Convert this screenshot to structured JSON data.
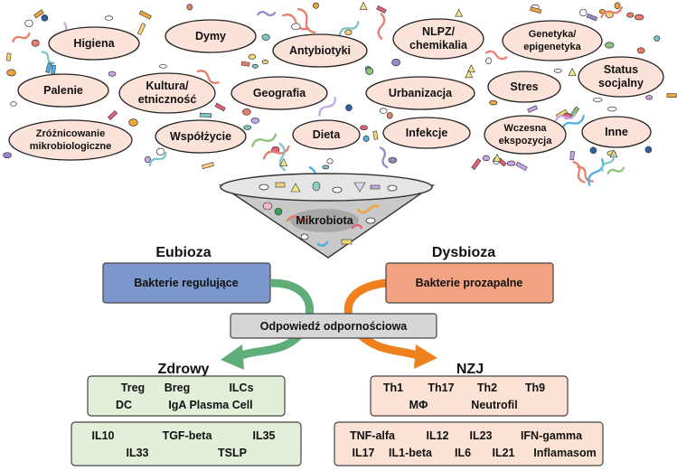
{
  "factors": [
    "Higiena",
    "Dymy",
    "Antybiotyki",
    "NLPZ/",
    "chemikalia",
    "Genetyka/",
    "epigenetyka",
    "Status",
    "socjalny",
    "Palenie",
    "Kultura/",
    "etniczność",
    "Geografia",
    "Urbanizacja",
    "Stres",
    "Zróżnicowanie",
    "mikrobiologiczne",
    "Współżycie",
    "Dieta",
    "Infekcje",
    "Wczesna",
    "ekspozycja",
    "Inne"
  ],
  "funnel": {
    "label": "Mikrobiota"
  },
  "left": {
    "title": "Eubioza",
    "box": "Bakterie regulujące",
    "color": "#7b97cc",
    "outcome": "Zdrowy",
    "arrow_color": "#5fae7a",
    "cells": [
      "Treg",
      "Breg",
      "ILCs",
      "DC",
      "IgA Plasma Cell"
    ],
    "cytokines": [
      "IL10",
      "TGF-beta",
      "IL35",
      "IL33",
      "TSLP"
    ],
    "panel_color": "#e2efd9"
  },
  "center": {
    "response": "Odpowiedź odpornościowa"
  },
  "right": {
    "title": "Dysbioza",
    "box": "Bakterie prozapalne",
    "color": "#f4a382",
    "outcome": "NZJ",
    "arrow_color": "#f0801e",
    "cells": [
      "Th1",
      "Th17",
      "Th2",
      "Th9",
      "MΦ",
      "Neutrofil"
    ],
    "cytokines": [
      "TNF-alfa",
      "IL12",
      "IL23",
      "IFN-gamma",
      "IL17",
      "IL1-beta",
      "IL6",
      "IL21",
      "Inflamasom"
    ],
    "panel_color": "#fbe2d5"
  }
}
